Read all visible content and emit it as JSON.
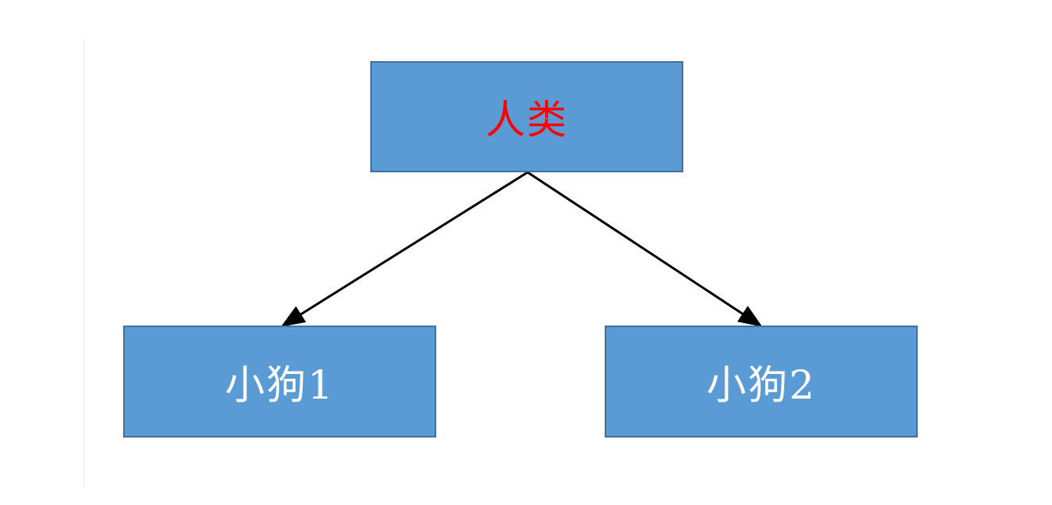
{
  "diagram": {
    "colors": {
      "node_fill": "#5b9bd5",
      "node_border": "#41719c",
      "root_text": "#ff0000",
      "child_text": "#ffffff",
      "edge": "#000000"
    },
    "nodes": {
      "human": {
        "label": "人类"
      },
      "dog1": {
        "label": "小狗1"
      },
      "dog2": {
        "label": "小狗2"
      }
    },
    "edges": [
      {
        "from": "human",
        "to": "dog1",
        "arrow": "end"
      },
      {
        "from": "human",
        "to": "dog2",
        "arrow": "end"
      }
    ]
  }
}
